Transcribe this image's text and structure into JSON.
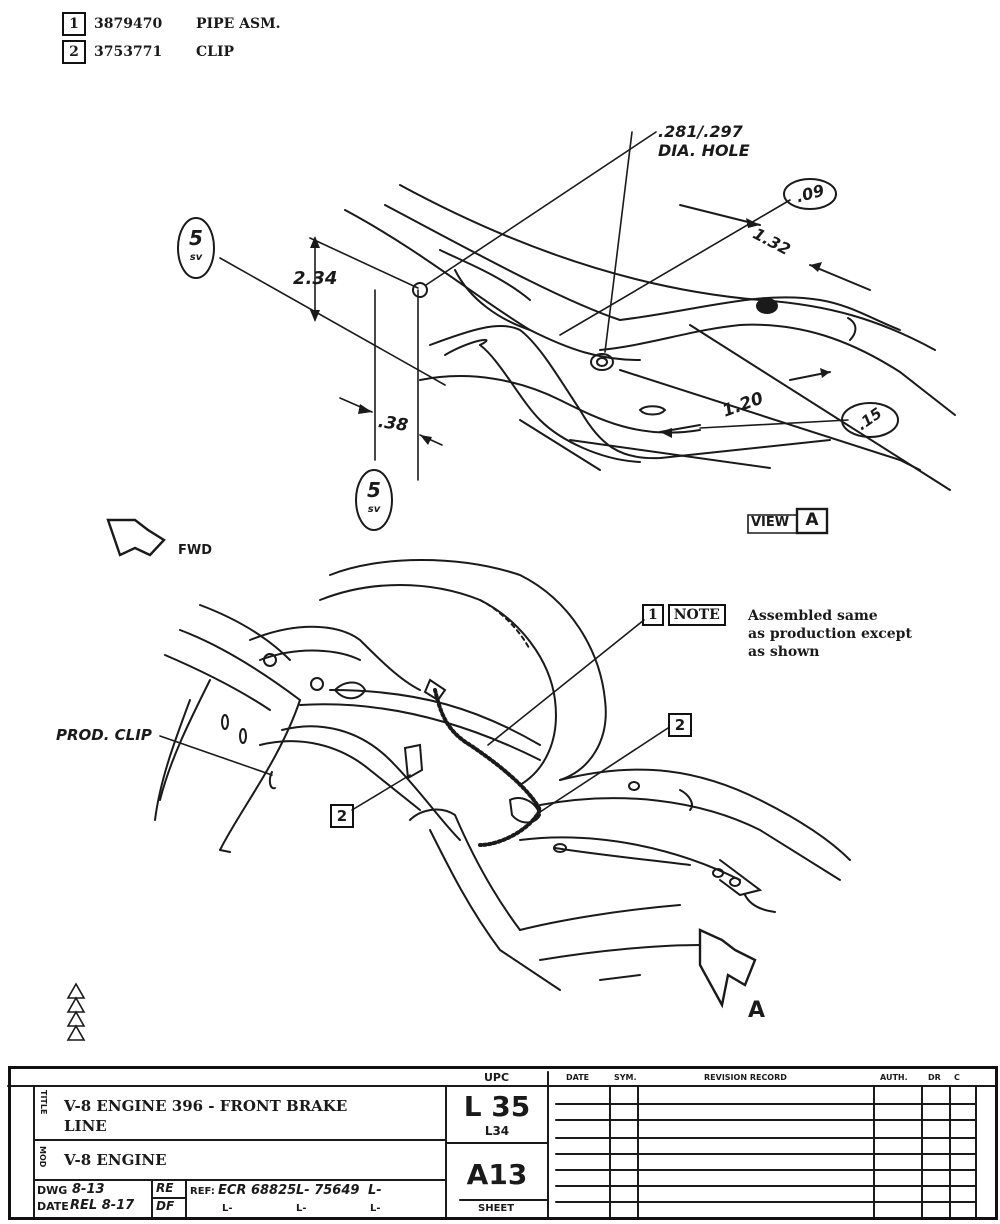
{
  "parts": [
    {
      "num": "1",
      "part_no": "3879470",
      "desc": "PIPE ASM."
    },
    {
      "num": "2",
      "part_no": "3753771",
      "desc": "CLIP"
    }
  ],
  "view_a": {
    "hole_line1": ".281/.297",
    "hole_line2": "DIA. HOLE",
    "dim_234": "2.34",
    "dim_38": ".38",
    "dim_132": "1.32",
    "dim_120": "1.20",
    "callout_09": ".09",
    "callout_15": ".15",
    "callout_5sv_top_num": "5",
    "callout_5sv_top_sub": "sv",
    "callout_5sv_bottom_num": "5",
    "callout_5sv_bottom_sub": "sv",
    "view_label": "VIEW",
    "view_letter": "A"
  },
  "fwd_label": "FWD",
  "main_view": {
    "prod_clip": "PROD. CLIP",
    "callout_2_left": "2",
    "callout_2_right": "2",
    "arrow_label": "A",
    "note_num": "1",
    "note_word": "NOTE",
    "note_text": [
      "Assembled same",
      "as production except",
      "as shown"
    ]
  },
  "title_block": {
    "title_label": "TITLE",
    "title_line1": "V-8 ENGINE 396 - FRONT BRAKE",
    "title_line2": "LINE",
    "model_label": "MOD",
    "model": "V-8 ENGINE",
    "dwg_label": "DWG",
    "dwg_value": "8-13",
    "date_label": "DATE",
    "date_value": "REL 8-17",
    "re_label": "RE",
    "df_label": "DF",
    "ref_label": "REF:",
    "ref_value": "ECR 68825",
    "ref_l1": "L- 75649",
    "ref_l2": "L-",
    "ref_l3": "L-",
    "ref_l4": "L-",
    "ref_l5": "L-",
    "upc_label": "UPC",
    "upc_main": "L 35",
    "upc_sub": "L34",
    "upc_code": "A13",
    "sheet_label": "SHEET",
    "rev_headers": [
      "DATE",
      "SYM.",
      "REVISION RECORD",
      "AUTH.",
      "DR",
      "C"
    ]
  }
}
